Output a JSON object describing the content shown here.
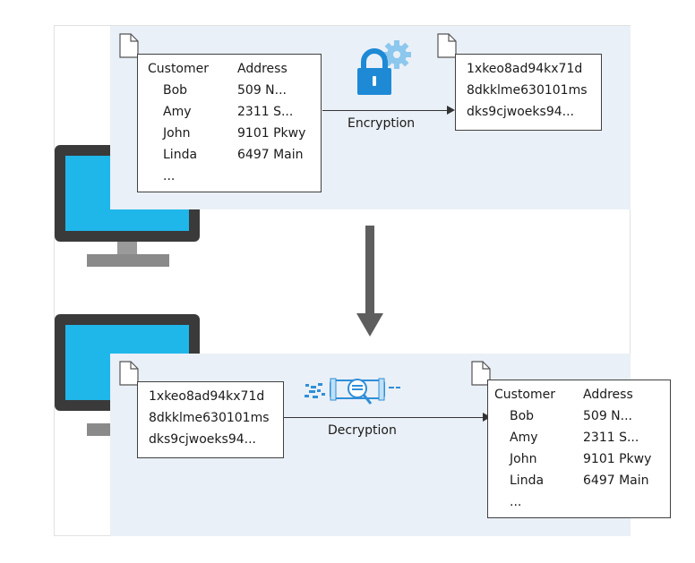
{
  "table": {
    "headers": [
      "Customer",
      "Address"
    ],
    "rows": [
      [
        "Bob",
        "509 N..."
      ],
      [
        "Amy",
        "2311 S..."
      ],
      [
        "John",
        "9101 Pkwy"
      ],
      [
        "Linda",
        "6497 Main"
      ],
      [
        "...",
        ""
      ]
    ]
  },
  "ciphertext": {
    "lines": [
      "1xkeo8ad94kx71d",
      "8dkklme630101ms",
      "dks9cjwoeks94..."
    ]
  },
  "top_flow": {
    "label": "Encryption",
    "icon": "padlock-gear-icon"
  },
  "bottom_flow": {
    "label": "Decryption",
    "icon": "magnifier-decoder-icon"
  },
  "colors": {
    "panel": "#eaf0f7",
    "screen": "#1fb6ea",
    "monitor_frame": "#3a3a3a",
    "lock": "#1e8ad6",
    "gear": "#8cc7ee",
    "arrow_down": "#5e5e5e"
  }
}
